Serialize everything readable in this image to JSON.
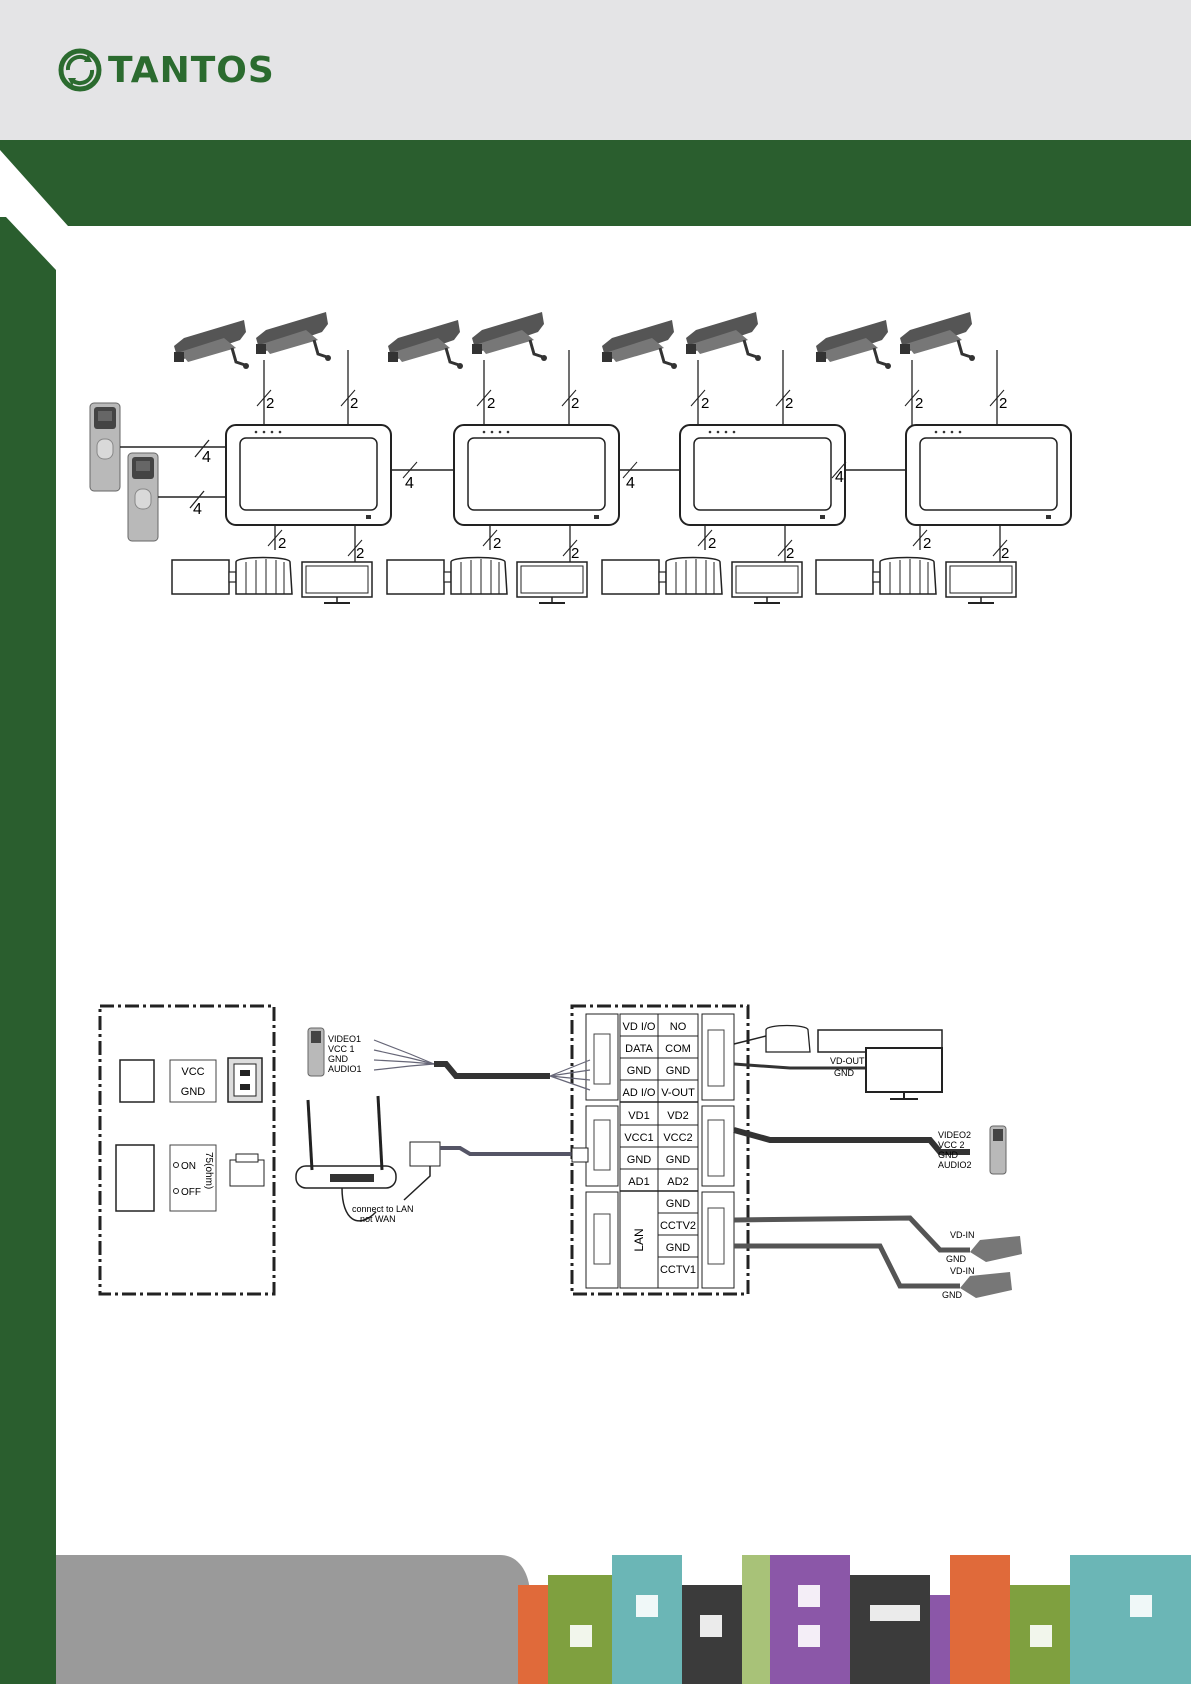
{
  "brand": {
    "name": "TANTOS",
    "color": "#2b6b2f"
  },
  "colors": {
    "header": "#e4e4e6",
    "band": "#2a5e2e",
    "line": "#222222"
  },
  "diagram1": {
    "labels": {
      "doorbell_wire": "4",
      "link_wire": "4",
      "cam_wire": "2",
      "bottom_wire": "2"
    }
  },
  "diagram2": {
    "panel_left": {
      "vcc": "VCC",
      "gnd": "GND",
      "on": "ON",
      "off": "OFF",
      "ohm": "75(ohm)"
    },
    "terminal": {
      "col1": [
        "VD I/O",
        "DATA",
        "GND",
        "AD I/O",
        "VD1",
        "VCC1",
        "GND",
        "AD1",
        "LAN"
      ],
      "col2": [
        "NO",
        "COM",
        "GND",
        "V-OUT",
        "VD2",
        "VCC2",
        "GND",
        "AD2",
        "GND",
        "CCTV2",
        "GND",
        "CCTV1"
      ]
    },
    "left_door": [
      "VIDEO1",
      "VCC 1",
      "GND",
      "AUDIO1"
    ],
    "right_door": [
      "VIDEO2",
      "VCC 2",
      "GND",
      "AUDIO2"
    ],
    "router_note": [
      "connect to LAN",
      "not WAN"
    ],
    "vd_out": [
      "VD-OUT",
      "GND"
    ],
    "cam1": [
      "VD-IN",
      "GND"
    ],
    "cam2": [
      "VD-IN",
      "GND"
    ]
  }
}
